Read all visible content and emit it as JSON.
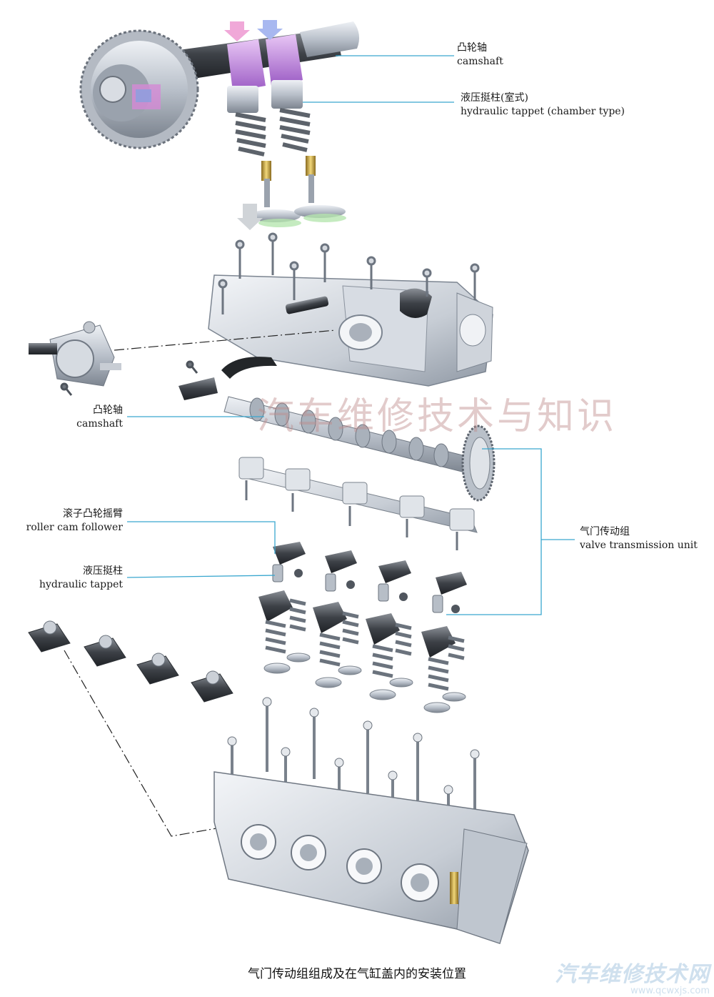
{
  "labels": {
    "camshaft_top": {
      "zh": "凸轮轴",
      "en": "camshaft"
    },
    "tappet_top": {
      "zh": "液压挺柱(室式)",
      "en": "hydraulic tappet (chamber type)"
    },
    "camshaft_mid": {
      "zh": "凸轮轴",
      "en": "camshaft"
    },
    "roller_follower": {
      "zh": "滚子凸轮摇臂",
      "en": "roller cam follower"
    },
    "hydraulic_tappet": {
      "zh": "液压挺柱",
      "en": "hydraulic tappet"
    },
    "valve_unit": {
      "zh": "气门传动组",
      "en": "valve transmission unit"
    }
  },
  "caption": "气门传动组组成及在气缸盖内的安装位置",
  "watermark": "汽车维修技术与知识",
  "brand": {
    "name": "汽车维修技术网",
    "url": "www.qcwxjs.com"
  },
  "colors": {
    "leader": "#3aa7cf",
    "metal": "#c9ced6",
    "cam_highlight": "#c98be6",
    "valve_green": "#b7e6b0"
  }
}
